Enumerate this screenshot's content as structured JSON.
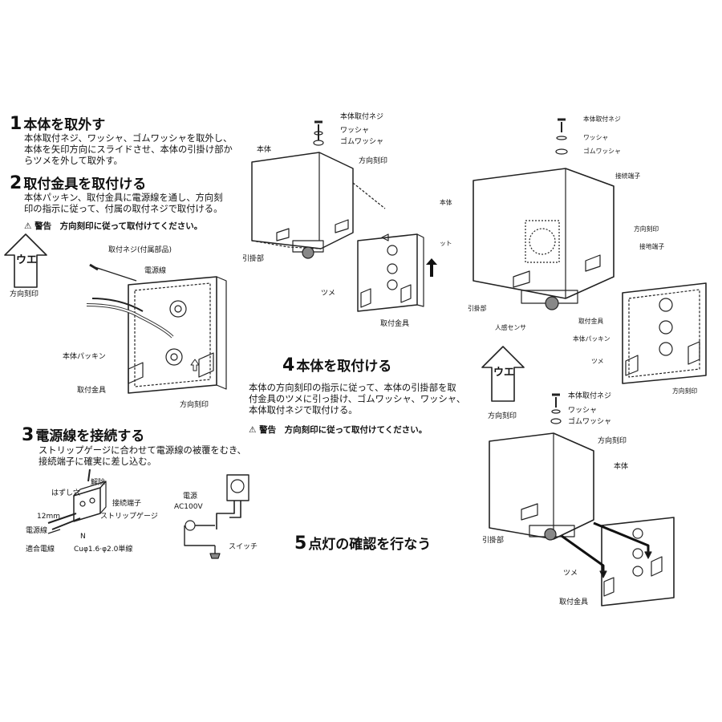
{
  "steps": {
    "s1": {
      "num": "1",
      "title": "本体を取外す",
      "body": [
        "本体取付ネジ、ワッシャ、ゴムワッシャを取外し、",
        "本体を矢印方向にスライドさせ、本体の引掛け部か",
        "らツメを外して取外す。"
      ]
    },
    "s2": {
      "num": "2",
      "title": "取付金具を取付ける",
      "body": [
        "本体パッキン、取付金具に電源線を通し、方向刻",
        "印の指示に従って、付属の取付ネジで取付ける。"
      ],
      "warning": "⚠ 警告　方向刻印に従って取付けてください。"
    },
    "s3": {
      "num": "3",
      "title": "電源線を接続する",
      "body": [
        "ストリップゲージに合わせて電源線の被覆をむき、",
        "接続端子に確実に差し込む。"
      ]
    },
    "s4": {
      "num": "4",
      "title": "本体を取付ける",
      "body": [
        "本体の方向刻印の指示に従って、本体の引掛部を取",
        "付金具のツメに引っ掛け、ゴムワッシャ、ワッシャ、",
        "本体取付ネジで取付ける。"
      ],
      "warning": "⚠ 警告　方向刻印に従って取付けてください。"
    },
    "s5": {
      "num": "5",
      "title": "点灯の確認を行なう"
    }
  },
  "labels": {
    "arrow_mark": "ウエ",
    "direction": "方向刻印",
    "screw_acc": "取付ネジ(付属部品)",
    "power_wire": "電源線",
    "body_packing": "本体パッキン",
    "bracket": "取付金具",
    "body_screw": "本体取付ネジ",
    "washer": "ワッシャ",
    "rubber_washer": "ゴムワッシャ",
    "body": "本体",
    "hook": "引掛部",
    "claw": "ツメ",
    "terminal": "接続端子",
    "ground": "接地端子",
    "sensor": "人感センサ",
    "unit_cut": "ット",
    "release": "解除",
    "hole": "はずし穴",
    "strip_gauge": "ストリップゲージ",
    "mm12": "12mm",
    "n_mark": "N",
    "wire_spec": "適合電線",
    "cu_spec": "Cuφ1.6·φ2.0単線",
    "power_src": "電源",
    "ac": "AC100V",
    "switch": "スイッチ"
  }
}
